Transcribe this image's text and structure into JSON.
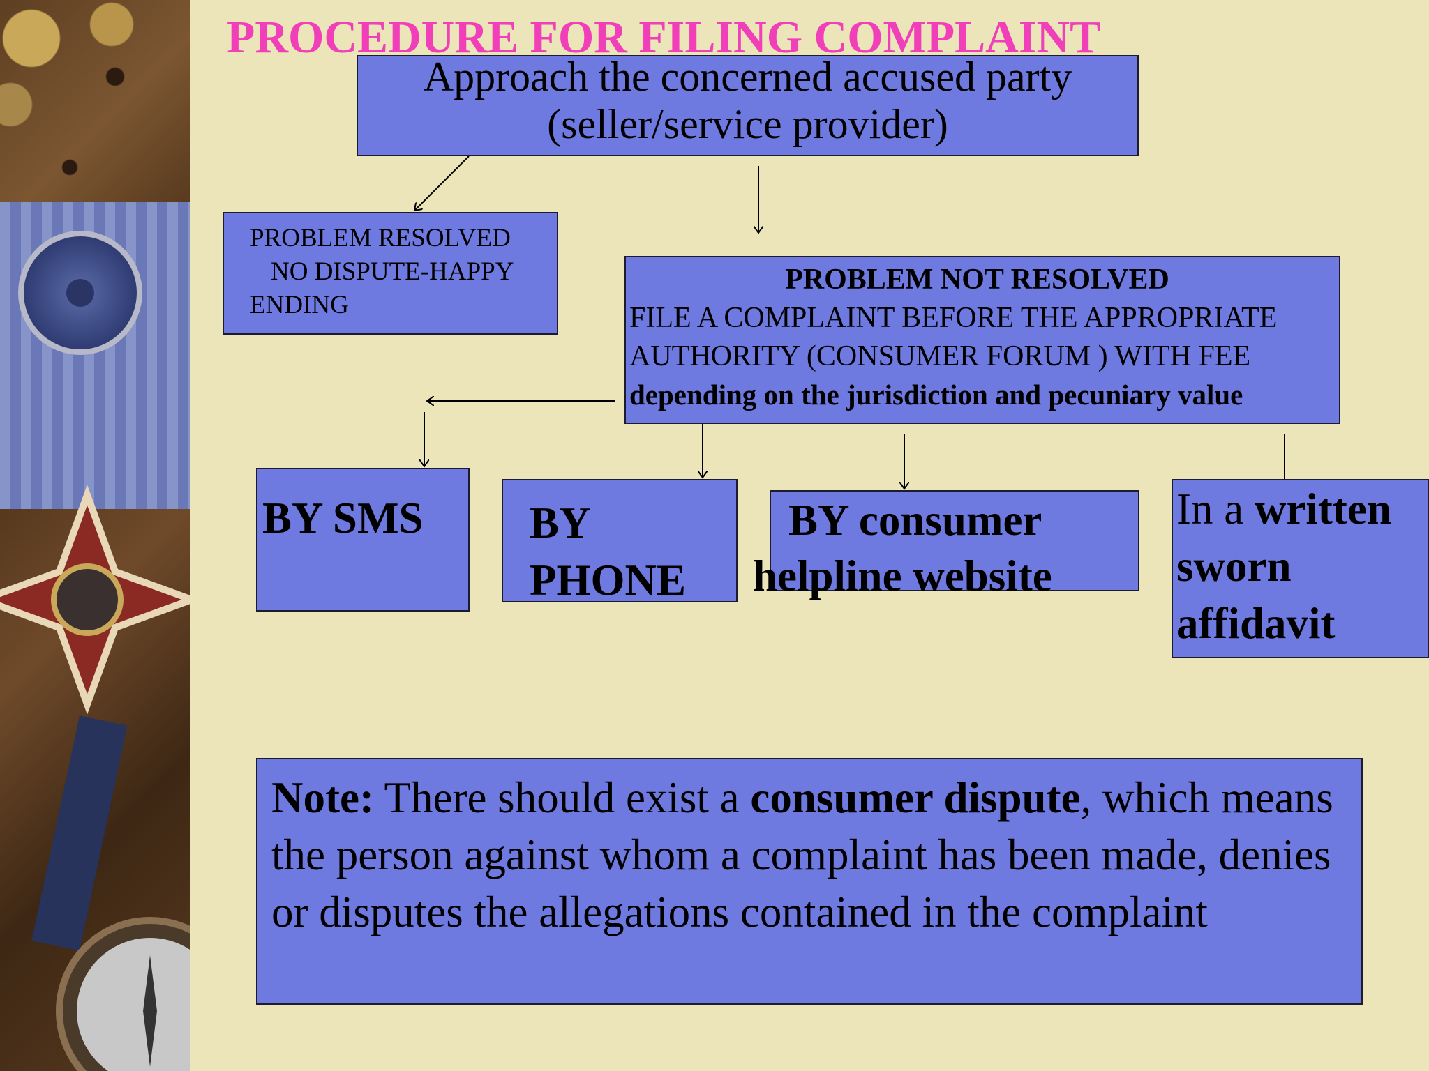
{
  "title": "PROCEDURE FOR FILING COMPLAINT",
  "approach": {
    "line1": "Approach the concerned accused party",
    "line2": "(seller/service provider)"
  },
  "resolved": {
    "line1": "PROBLEM RESOLVED",
    "line2": "NO DISPUTE-HAPPY",
    "line3": "ENDING"
  },
  "not_resolved": {
    "heading": "PROBLEM NOT RESOLVED",
    "line1": "FILE A COMPLAINT BEFORE THE APPROPRIATE",
    "line2": "AUTHORITY (CONSUMER FORUM ) WITH FEE",
    "line3": "depending on the jurisdiction and pecuniary  value"
  },
  "methods": {
    "sms": "BY SMS",
    "phone_line1": "BY",
    "phone_line2": "PHONE",
    "website_line1": "BY consumer",
    "website_line2": "helpline website",
    "written_prefix": "In a ",
    "written_bold": "written",
    "written_line2": "sworn",
    "written_line3": "affidavit"
  },
  "note": {
    "label": "Note:",
    "text1": " There should exist a ",
    "bold": "consumer dispute",
    "text2": ", which means the person against whom a complaint has been made, denies or disputes the allegations contained in the complaint"
  },
  "colors": {
    "background": "#ebe5b9",
    "box_fill": "#6f7ae0",
    "title": "#f03fb8"
  }
}
